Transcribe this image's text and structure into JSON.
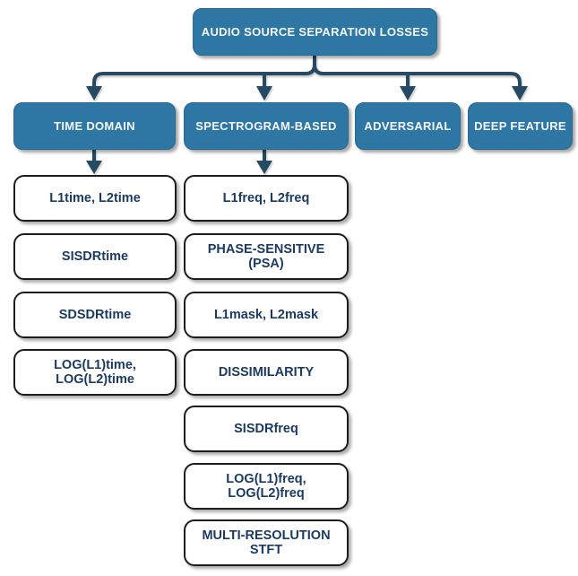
{
  "diagram": {
    "root": {
      "label": "AUDIO SOURCE SEPARATION LOSSES"
    },
    "categories": [
      {
        "id": "time-domain",
        "label": "TIME DOMAIN"
      },
      {
        "id": "spectrogram-based",
        "label": "SPECTROGRAM-BASED"
      },
      {
        "id": "adversarial",
        "label": "ADVERSARIAL"
      },
      {
        "id": "deep-feature",
        "label": "DEEP FEATURE"
      }
    ],
    "time_domain_losses": [
      "L1time, L2time",
      "SISDRtime",
      "SDSDRtime",
      "LOG(L1)time, LOG(L2)time"
    ],
    "spectrogram_losses": [
      "L1freq, L2freq",
      "PHASE-SENSITIVE (PSA)",
      "L1mask, L2mask",
      "DISSIMILARITY",
      "SISDRfreq",
      "LOG(L1)freq, LOG(L2)freq",
      "MULTI-RESOLUTION STFT"
    ],
    "colors": {
      "category_fill": "#2e76a4",
      "category_text": "#f4f6f7",
      "connector": "#264a63",
      "leaf_border": "#1c1c1c",
      "leaf_text": "#1c3b63",
      "background": "#ffffff"
    }
  }
}
